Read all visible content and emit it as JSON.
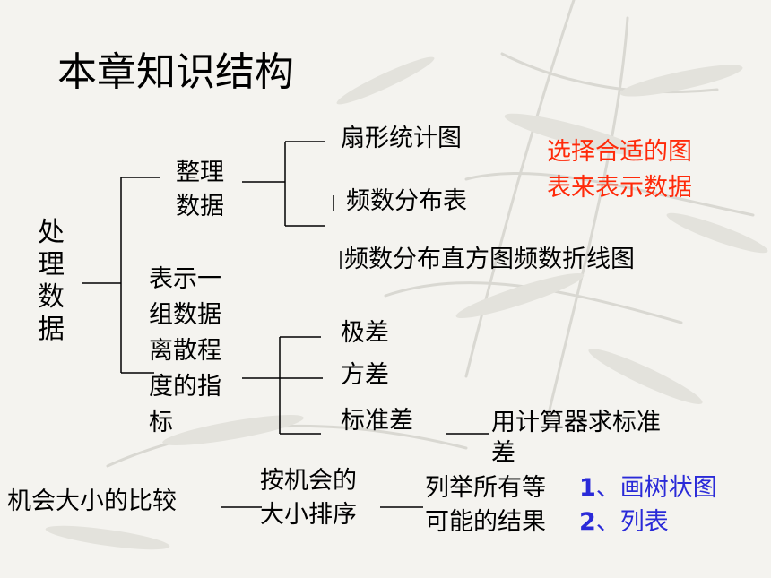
{
  "title": "本章知识结构",
  "root": [
    "处",
    "理",
    "数",
    "据"
  ],
  "organize": [
    "整理",
    "数据"
  ],
  "org_items": [
    "扇形统计图",
    "频数分布表",
    "频数分布直方图频数折线图"
  ],
  "note": [
    "选择合适的图",
    "表来表示数据"
  ],
  "dispersion": [
    "表示一",
    "组数据",
    "离散程",
    "度的指",
    "标"
  ],
  "disp_items": [
    "极差",
    "方差",
    "标准差"
  ],
  "calc": [
    "用计算器求标准",
    "差"
  ],
  "chance": "机会大小的比较",
  "sort": [
    "按机会的",
    "大小排序"
  ],
  "enumerate": [
    "列举所有等",
    "可能的结果"
  ],
  "methods": [
    {
      "num": "1",
      "text": "、画树状图"
    },
    {
      "num": "2",
      "text": "、列表"
    }
  ],
  "colors": {
    "note": "#ff2a0a",
    "methods": "#2a2ad8",
    "lines": "#000000"
  }
}
